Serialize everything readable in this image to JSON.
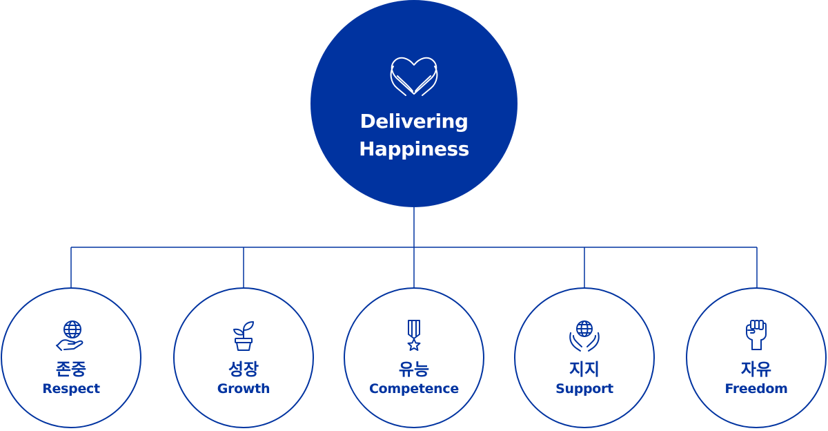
{
  "center": {
    "icon": "hands-holding-heart-icon",
    "title_line1": "Delivering",
    "title_line2": "Happiness"
  },
  "values": [
    {
      "icon": "hand-holding-globe-icon",
      "ko": "존중",
      "en": "Respect"
    },
    {
      "icon": "sprout-pot-icon",
      "ko": "성장",
      "en": "Growth"
    },
    {
      "icon": "medal-star-icon",
      "ko": "유능",
      "en": "Competence"
    },
    {
      "icon": "hands-holding-globe-icon",
      "ko": "지지",
      "en": "Support"
    },
    {
      "icon": "raised-fist-icon",
      "ko": "자유",
      "en": "Freedom"
    }
  ],
  "colors": {
    "primary": "#0033a0",
    "background": "#ffffff"
  }
}
